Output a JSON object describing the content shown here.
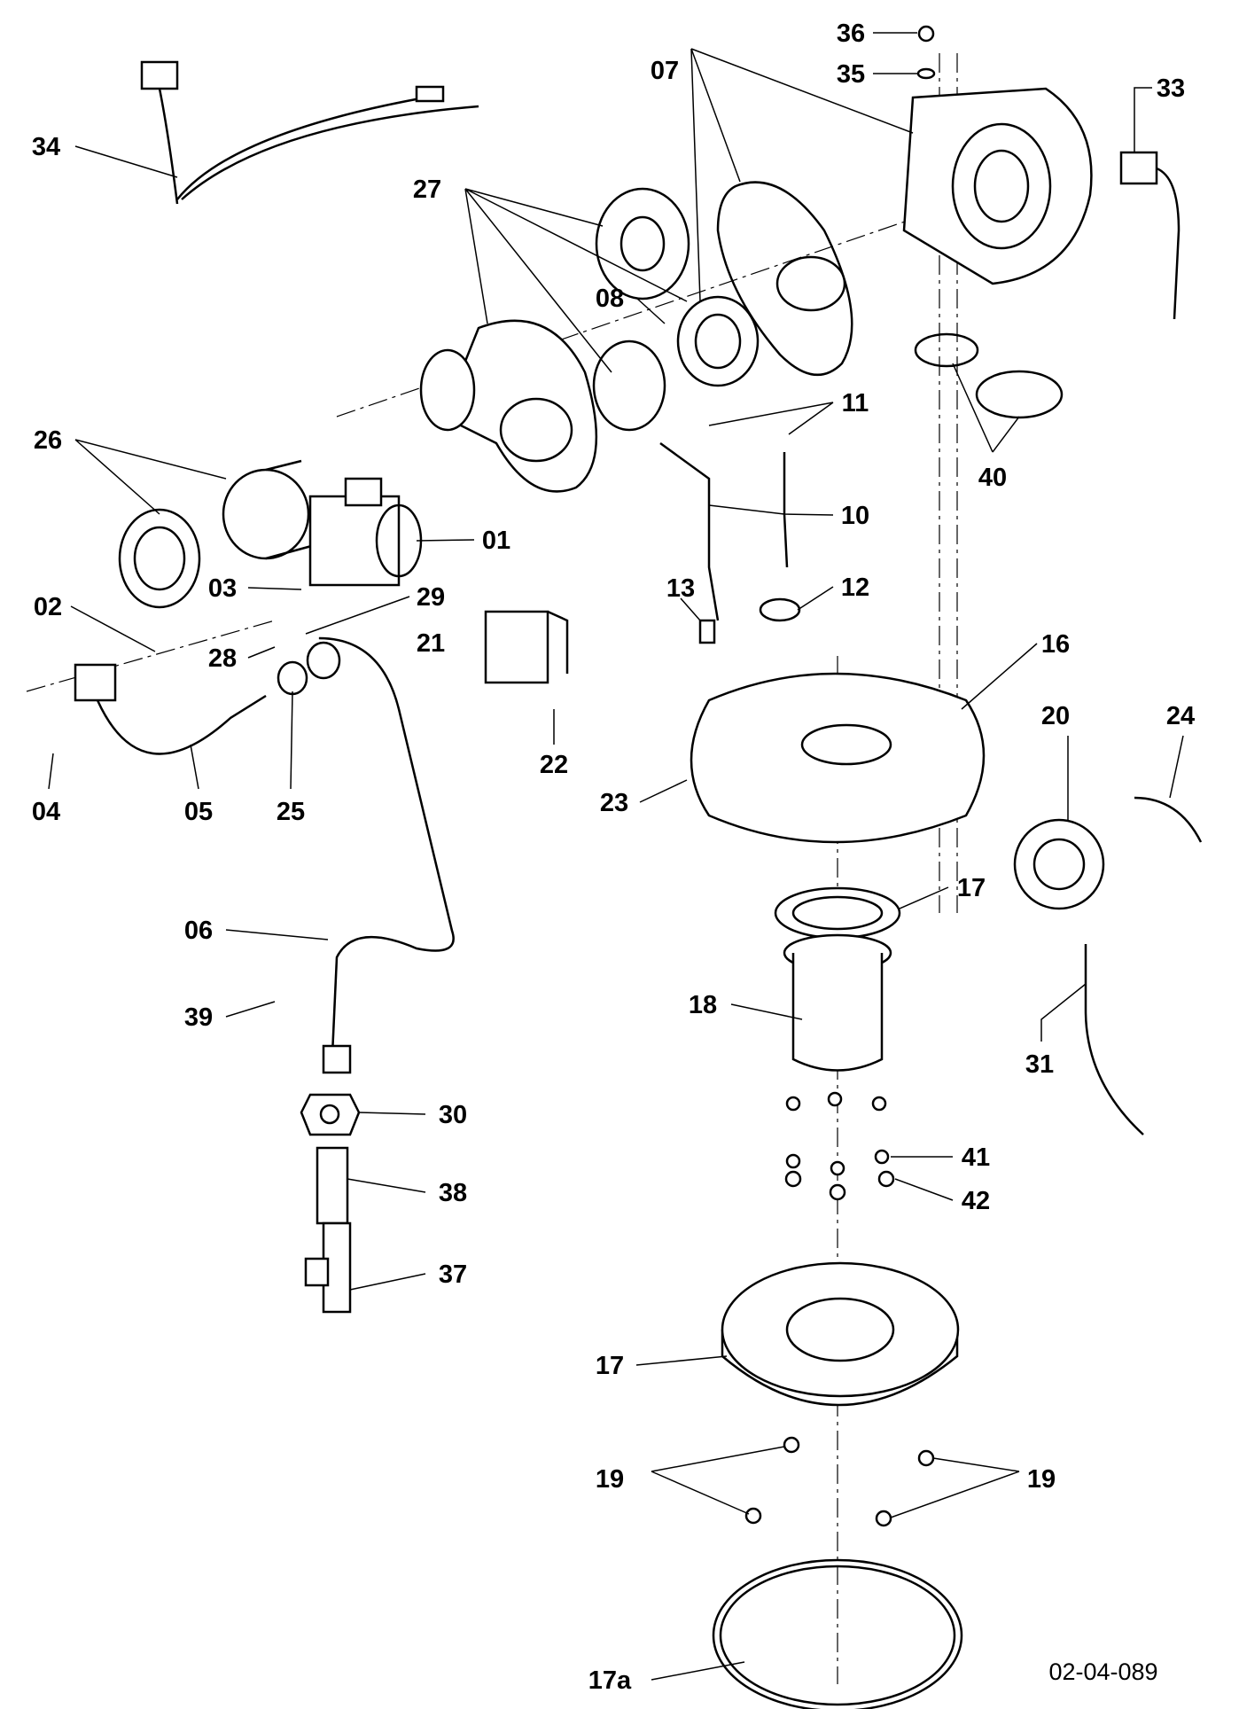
{
  "drawing_ref": "02-04-089",
  "callouts": {
    "c36": "36",
    "c35": "35",
    "c07": "07",
    "c33": "33",
    "c34": "34",
    "c27": "27",
    "c08": "08",
    "c26": "26",
    "c11": "11",
    "c40": "40",
    "c10": "10",
    "c01": "01",
    "c03": "03",
    "c29": "29",
    "c13": "13",
    "c12": "12",
    "c02": "02",
    "c21": "21",
    "c28": "28",
    "c16": "16",
    "c20": "20",
    "c24": "24",
    "c22": "22",
    "c23": "23",
    "c04": "04",
    "c05": "05",
    "c25": "25",
    "c17_upper": "17",
    "c06": "06",
    "c18": "18",
    "c39": "39",
    "c31": "31",
    "c30": "30",
    "c41": "41",
    "c38": "38",
    "c42": "42",
    "c37": "37",
    "c17_lower": "17",
    "c19_left": "19",
    "c19_right": "19",
    "c17a": "17a"
  }
}
